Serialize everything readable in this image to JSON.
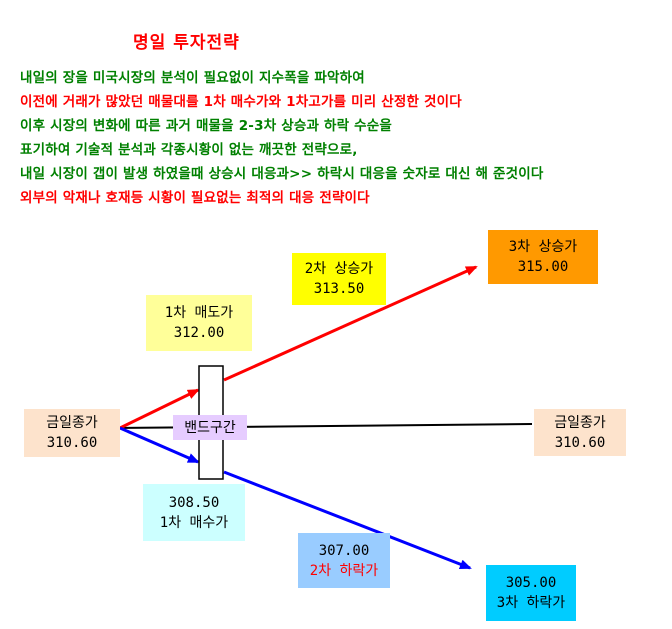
{
  "title": "명일 투자전략",
  "description": [
    {
      "text": "내일의 장을 미국시장의 분석이 필요없이 지수폭을 파악하여",
      "color": "#008000"
    },
    {
      "text": "이전에 거래가 많았던 매물대를 1차 매수가와 1차고가를 미리 산정한 것이다",
      "color": "#ff0000"
    },
    {
      "text": "이후 시장의 변화에 따른 과거 매물을 2-3차 상승과 하락 수순을",
      "color": "#008000"
    },
    {
      "text": "표기하여 기술적  분석과 각종시황이 없는 깨끗한 전략으로,",
      "color": "#008000"
    },
    {
      "text": "내일 시장이 갭이 발생 하였을때 상승시 대응과>> 하락시 대응을 숫자로 대신 해 준것이다",
      "color": "#008000"
    },
    {
      "text": "외부의 악재나 호재등  시황이 필요없는 최적의 대응 전략이다",
      "color": "#ff0000"
    }
  ],
  "boxes": {
    "close_left": {
      "label": "금일종가",
      "value": "310.60",
      "bg": "#fde3cc"
    },
    "close_right": {
      "label": "금일종가",
      "value": "310.60",
      "bg": "#fde3cc"
    },
    "sell1": {
      "label": "1차 매도가",
      "value": "312.00",
      "bg": "#ffff99"
    },
    "rise2": {
      "label": "2차 상승가",
      "value": "313.50",
      "bg": "#ffff00"
    },
    "rise3": {
      "label": "3차 상승가",
      "value": "315.00",
      "bg": "#ff9900"
    },
    "buy1": {
      "value": "308.50",
      "label": "1차 매수가",
      "bg": "#ccffff"
    },
    "fall2": {
      "value": "307.00",
      "label": "2차 하락가",
      "bg": "#99ccff",
      "label_color": "#ff0000"
    },
    "fall3": {
      "value": "305.00",
      "label": "3차 하락가",
      "bg": "#00ccff"
    },
    "band": {
      "label": "밴드구간",
      "bg": "#e6ccff"
    }
  },
  "colors": {
    "up_arrow": "#ff0000",
    "down_arrow": "#0000ff",
    "flat_line": "#000000"
  }
}
